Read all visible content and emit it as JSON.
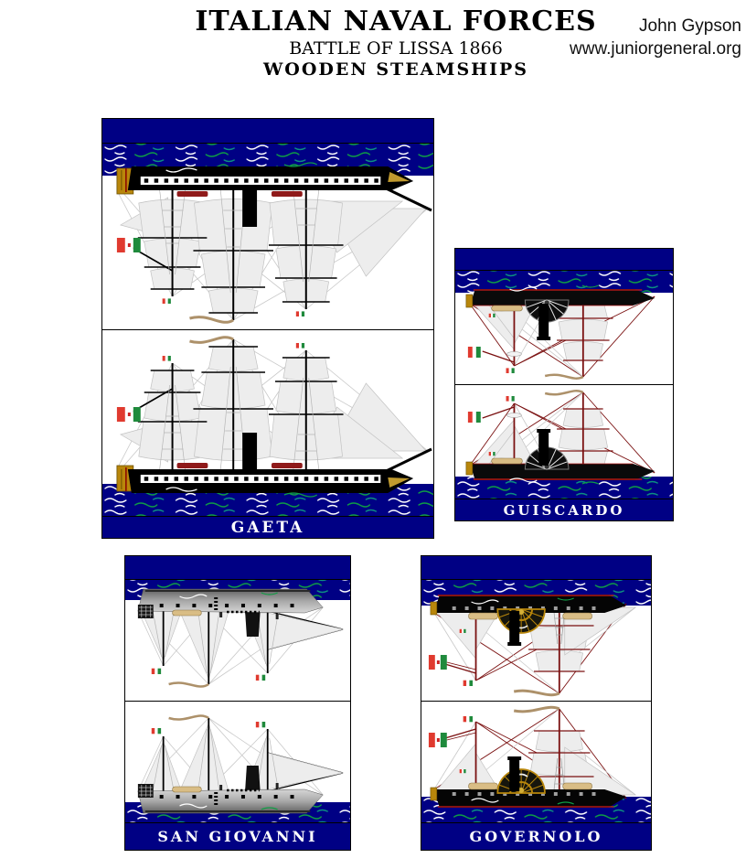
{
  "header": {
    "title": "ITALIAN NAVAL FORCES",
    "subtitle": "BATTLE OF LISSA 1866",
    "category": "WOODEN STEAMSHIPS",
    "credit": {
      "author": "John Gypson",
      "website": "www.juniorgeneral.org"
    }
  },
  "panels": [
    {
      "name": "GAETA"
    },
    {
      "name": "GUISCARDO"
    },
    {
      "name": "SAN GIOVANNI"
    },
    {
      "name": "GOVERNOLO"
    }
  ],
  "colors": {
    "sea_navy": "#000084",
    "wave_white": "#ffffff",
    "wave_green": "#0f9d44",
    "wave_teal": "#0c8f80",
    "hull_black": "#000000",
    "hull_grey_sangiovanni": "#a8a8a8",
    "sail_white": "#ededed",
    "rigging_grey": "#c9c9c9",
    "rigging_dark_red": "#7a1010",
    "waterline_red": "#b01818",
    "gold_trim": "#b8860b",
    "flag_red": "#e03a2f",
    "flag_green": "#1f8a3c",
    "pennant_tan": "#ad916a",
    "label_text": "#ffffff"
  }
}
